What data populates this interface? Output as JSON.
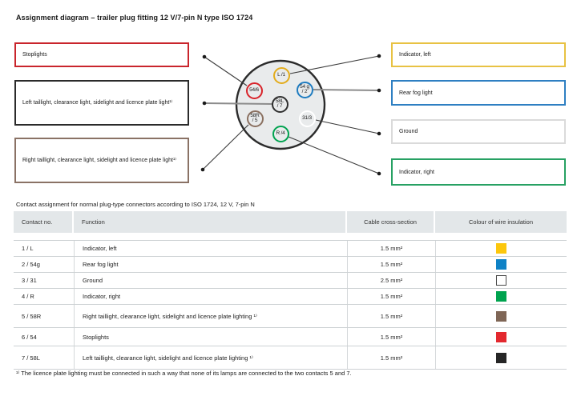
{
  "page": {
    "title": "Assignment diagram – trailer plug fitting 12 V/7-pin N type ISO 1724"
  },
  "diagram": {
    "left_boxes": [
      {
        "label": "Stoplights",
        "border_color": "#C9252C"
      },
      {
        "label": "Left taillight, clearance light, sidelight and licence plate light¹⁾",
        "border_color": "#2B2B2B"
      },
      {
        "label": "Right taillight, clearance light, sidelight and licence plate light¹⁾",
        "border_color": "#8A7265"
      }
    ],
    "right_boxes": [
      {
        "label": "Indicator, left",
        "border_color": "#E8C243"
      },
      {
        "label": "Rear fog light",
        "border_color": "#2E7FC2"
      },
      {
        "label": "Ground",
        "border_color": "#DADADA"
      },
      {
        "label": "Indicator, right",
        "border_color": "#27A163"
      }
    ],
    "pins": [
      {
        "name": "L/1",
        "line1": "L /1",
        "line2": "",
        "ring_color": "#E3AC1C"
      },
      {
        "name": "54g/2",
        "line1": "54 g",
        "line2": "/ 2",
        "ring_color": "#1F7CC0"
      },
      {
        "name": "31/3",
        "line1": "31/3",
        "line2": "",
        "ring_color": "#FFFFFF"
      },
      {
        "name": "R/4",
        "line1": "R /4",
        "line2": "",
        "ring_color": "#00A24F"
      },
      {
        "name": "58R/5",
        "line1": "58R",
        "line2": "/ 5",
        "ring_color": "#8A7060"
      },
      {
        "name": "54/6",
        "line1": "54/6",
        "line2": "",
        "ring_color": "#D8232A"
      },
      {
        "name": "58L/7",
        "line1": "58L",
        "line2": "/ 7",
        "ring_color": "#2F2F2F"
      }
    ]
  },
  "table": {
    "caption": "Contact assignment for normal plug-type connectors according to ISO 1724, 12 V, 7-pin N",
    "headers": [
      "Contact no.",
      "Function",
      "Cable cross-section",
      "Colour of wire insulation"
    ],
    "rows": [
      {
        "contact": "1 / L",
        "function": "Indicator, left",
        "cross_section": "1.5 mm²",
        "colour_hex": "#FCC70D"
      },
      {
        "contact": "2 / 54g",
        "function": "Rear fog light",
        "cross_section": "1.5 mm²",
        "colour_hex": "#0F82C6"
      },
      {
        "contact": "3 / 31",
        "function": "Ground",
        "cross_section": "2.5 mm²",
        "colour_hex": "#FFFFFF"
      },
      {
        "contact": "4 / R",
        "function": "Indicator, right",
        "cross_section": "1.5 mm²",
        "colour_hex": "#00A34F"
      },
      {
        "contact": "5 / 58R",
        "function": "Right taillight, clearance light, sidelight and licence plate lighting ¹⁾",
        "cross_section": "1.5 mm²",
        "colour_hex": "#7F6656"
      },
      {
        "contact": "6 / 54",
        "function": "Stoplights",
        "cross_section": "1.5 mm²",
        "colour_hex": "#E3292F"
      },
      {
        "contact": "7 / 58L",
        "function": "Left taillight, clearance light, sidelight and licence plate lighting ¹⁾",
        "cross_section": "1.5 mm²",
        "colour_hex": "#262626"
      }
    ],
    "footnote": "¹⁾ The licence plate lighting must be connected in such a way that none of its lamps are connected to the two contacts 5 and 7."
  }
}
